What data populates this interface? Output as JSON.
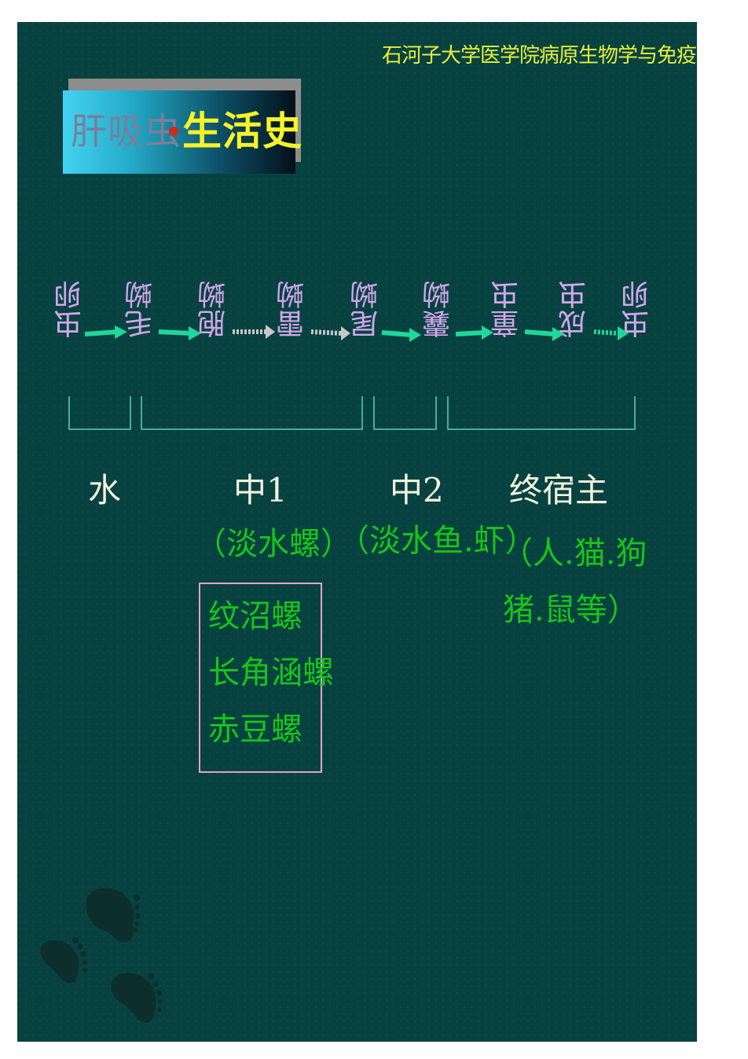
{
  "watermark": "石河子大学医学院病原生物学与免疫学",
  "title": {
    "part1": "肝吸虫",
    "part2": "生活史"
  },
  "stages": [
    "虫卵",
    "毛蚴",
    "胞蚴",
    "雷蚴",
    "尾蚴",
    "囊蚴",
    "童虫",
    "成虫",
    "虫卵"
  ],
  "hosts": [
    {
      "label": "水",
      "sub": []
    },
    {
      "label": "中1",
      "sub": [
        "（淡水螺）"
      ]
    },
    {
      "label": "中2",
      "sub": [
        "（淡水鱼.虾）"
      ]
    },
    {
      "label": "终宿主",
      "sub": [
        "（人.猫.狗",
        "猪.鼠等）"
      ]
    }
  ],
  "snails": [
    "纹沼螺",
    "长角涵螺",
    "赤豆螺"
  ],
  "colors": {
    "background": "#074241",
    "stage_text": "#d3a6ea",
    "arrow_solid": "#1fd79a",
    "arrow_dotted": "#c8c8c8",
    "green_text": "#18c419",
    "bracket": "#5fd2b6"
  },
  "icons": [
    "footprints-icon"
  ]
}
